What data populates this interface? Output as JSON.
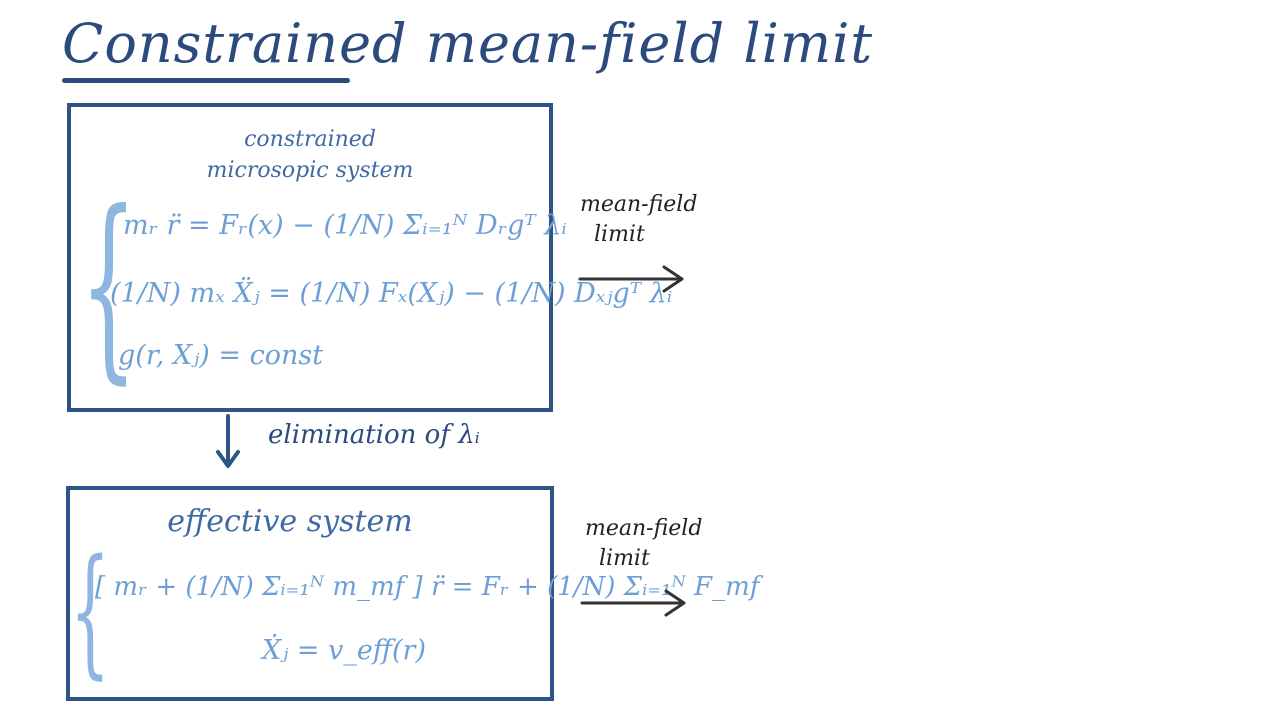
{
  "title": "Constrained mean-field limit",
  "top_box": {
    "heading_line1": "constrained",
    "heading_line2": "microsopic system",
    "eq1": "mᵣ r̈ = Fᵣ(x) − (1/N) Σᵢ₌₁ᴺ Dᵣgᵀ λᵢ",
    "eq2": "(1/N) mₓ Ẍⱼ = (1/N) Fₓ(Xⱼ) − (1/N) Dₓⱼgᵀ λᵢ",
    "eq3": "g(r, Xⱼ) =   const"
  },
  "elimination_label": "elimination of λᵢ",
  "bottom_box": {
    "heading": "effective system",
    "eq1": "[ mᵣ + (1/N) Σᵢ₌₁ᴺ m_mf ] r̈ = Fᵣ + (1/N) Σᵢ₌₁ᴺ F_mf",
    "eq2": "Ẋⱼ = v_eff(r)"
  },
  "arrow_label_top": [
    "mean-field",
    "limit"
  ],
  "arrow_label_bottom": [
    "mean-field",
    "limit"
  ],
  "colors": {
    "title": "#2b4a7e",
    "box_border": "#2e5487",
    "equation": "#6d9fd6",
    "arrow": "#333333"
  }
}
